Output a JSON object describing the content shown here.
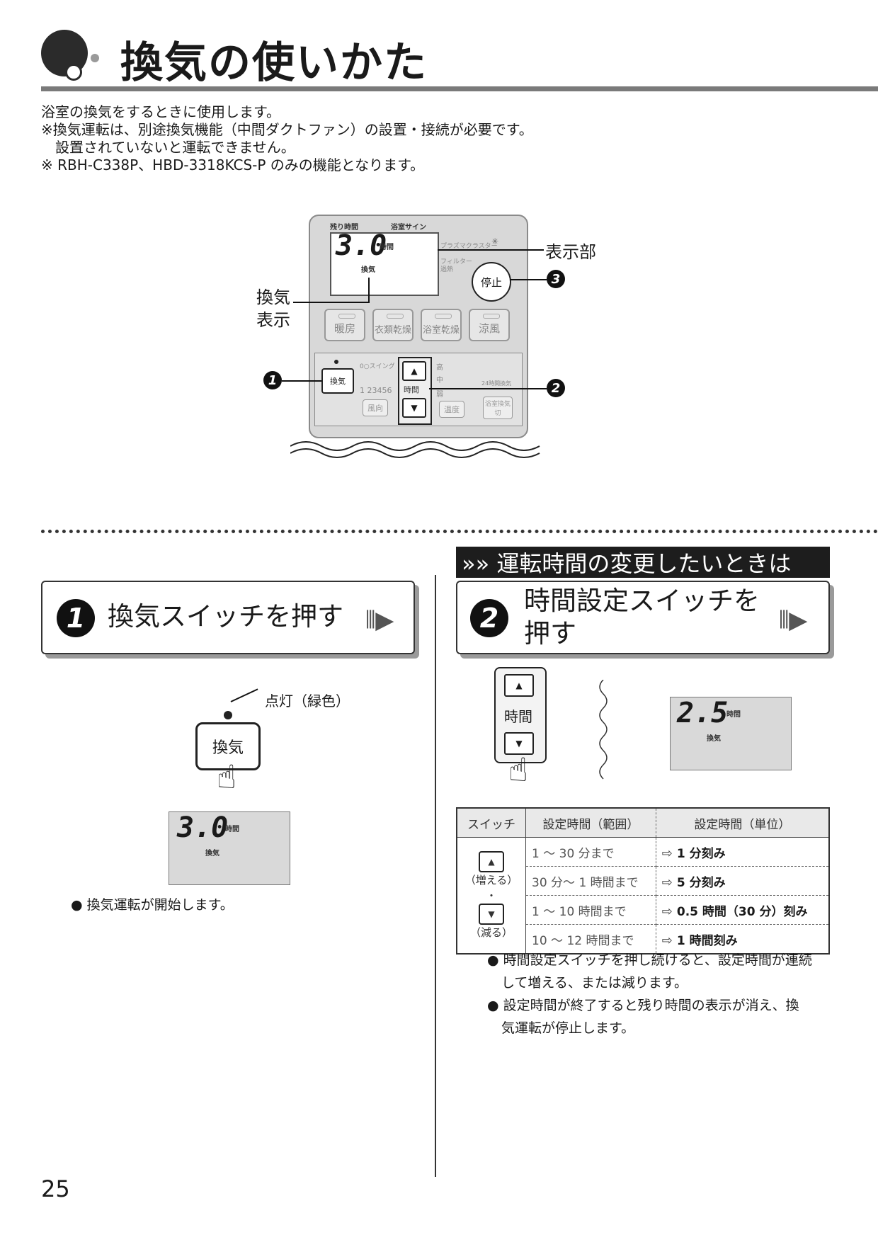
{
  "header": {
    "title": "換気の使いかた"
  },
  "intro": [
    "浴室の換気をするときに使用します。",
    "※換気運転は、別途換気機能（中間ダクトファン）の設置・接続が必要です。",
    "　設置されていないと運転できません。",
    "※ RBH-C338P、HBD-3318KCS-P のみの機能となります。"
  ],
  "panel": {
    "remaining_time": "残り時間",
    "bath_sign": "浴室サイン",
    "lcd_value": "3.0",
    "lcd_unit": "時間",
    "lcd_mode": "換気",
    "plasma": "プラズマクラスター",
    "filter": "フィルター",
    "filter_sub": "過熱",
    "stop": "停止",
    "modes": [
      "暖房",
      "衣類乾燥",
      "浴室乾燥",
      "涼風"
    ],
    "kanki": "換気",
    "swing": "0○スイング",
    "swing_nums": "1 23456",
    "wind_dir": "風向",
    "time": "時間",
    "high": "高",
    "mid": "中",
    "low": "弱",
    "temp": "温度",
    "h24": "24時間換気",
    "bath_kanki": "浴室換気切"
  },
  "callouts": {
    "display": "表示部",
    "kanki_display_1": "換気",
    "kanki_display_2": "表示",
    "n1": "1",
    "n2": "2",
    "n3": "3"
  },
  "ribbon": "»» 運転時間の変更したいときは",
  "step1": {
    "num": "1",
    "text": "換気スイッチを押す",
    "lit_label": "点灯（緑色）",
    "button": "換気",
    "lcd_value": "3.0",
    "lcd_unit": "時間",
    "lcd_mode": "換気",
    "bullet": "換気運転が開始します。"
  },
  "step2": {
    "num": "2",
    "text_line1": "時間設定スイッチを",
    "text_line2": "押す",
    "switch_label": "時間",
    "lcd_value": "2.5",
    "lcd_unit": "時間",
    "lcd_mode": "換気",
    "table": {
      "headers": [
        "スイッチ",
        "設定時間（範囲）",
        "設定時間（単位）"
      ],
      "switch_up": "（増える）",
      "switch_dot": "・",
      "switch_down": "（減る）",
      "rows": [
        {
          "range": "1 〜 30 分まで",
          "unit": "1 分刻み"
        },
        {
          "range": "30 分〜 1 時間まで",
          "unit": "5 分刻み"
        },
        {
          "range": "1 〜 10 時間まで",
          "unit": "0.5 時間（30 分）刻み"
        },
        {
          "range": "10 〜 12 時間まで",
          "unit": "1 時間刻み"
        }
      ]
    },
    "bullets": [
      "時間設定スイッチを押し続けると、設定時間が連続",
      "して増える、または減ります。",
      "設定時間が終了すると残り時間の表示が消え、換",
      "気運転が停止します。"
    ]
  },
  "page_number": "25"
}
